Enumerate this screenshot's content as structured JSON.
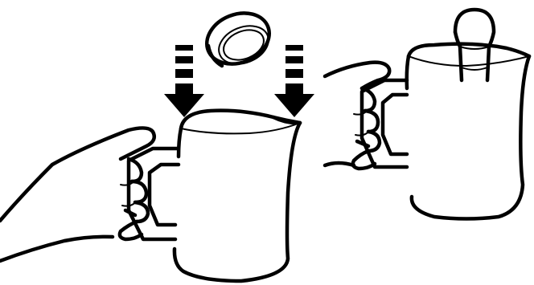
{
  "figure": {
    "panels": [
      {
        "id": "step-place-disc",
        "objects": [
          "hand",
          "milk-pitcher",
          "round-disc",
          "down-arrow",
          "down-arrow"
        ]
      },
      {
        "id": "step-inserted",
        "objects": [
          "hand",
          "milk-pitcher",
          "cylindrical-insert"
        ]
      }
    ],
    "colors": {
      "ink": "#000000",
      "background": "#ffffff"
    }
  }
}
